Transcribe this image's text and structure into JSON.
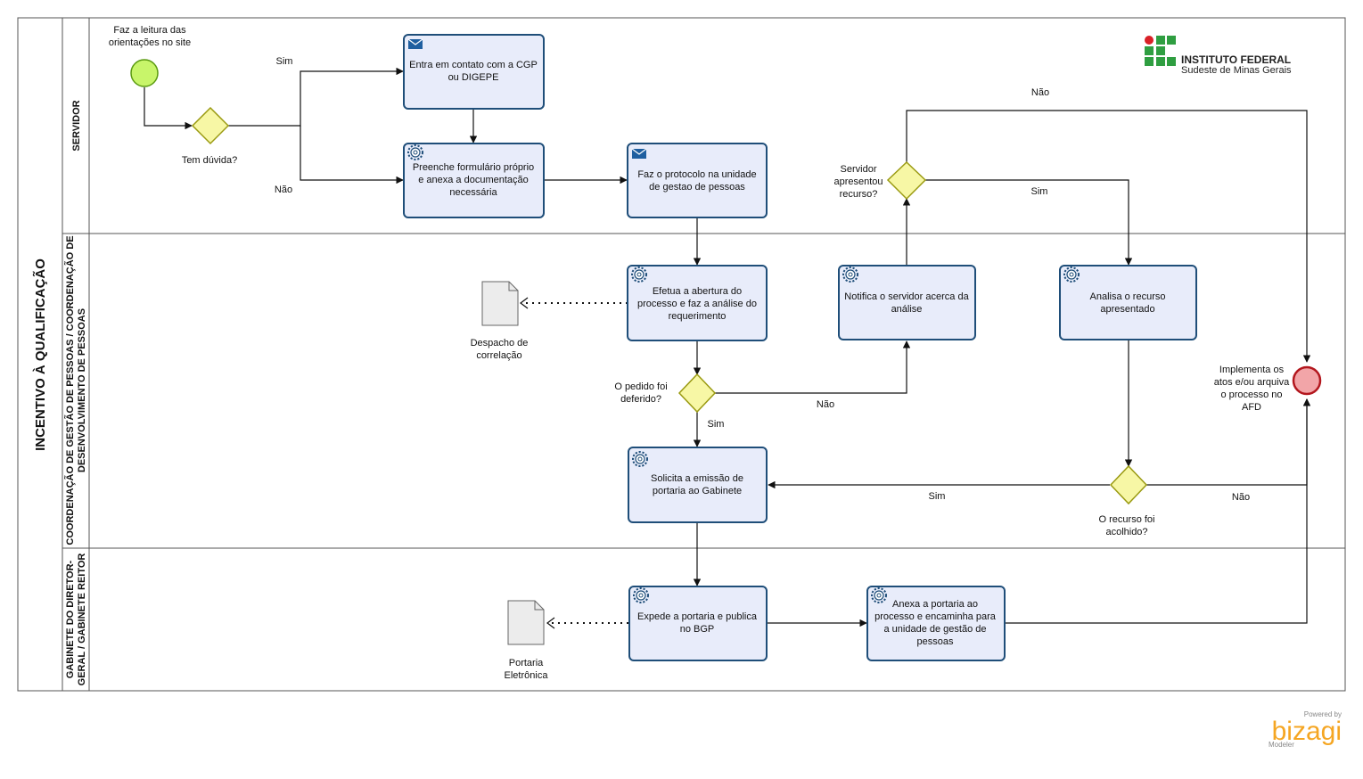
{
  "pool": {
    "title": "INCENTIVO À QUALIFICAÇÃO"
  },
  "lanes": [
    {
      "lines": [
        "SERVIDOR"
      ]
    },
    {
      "lines": [
        "COORDENAÇÃO DE GESTÃO DE PESSOAS / COORDENAÇÃO DE",
        "DESENVOLVIMENTO DE PESSOAS"
      ]
    },
    {
      "lines": [
        "GABINETE DO DIRETOR-",
        "GERAL / GABINETE REITOR"
      ]
    }
  ],
  "logo": {
    "name": "INSTITUTO FEDERAL",
    "subtitle": "Sudeste de Minas Gerais"
  },
  "start_event": {
    "lines": [
      "Faz a leitura das",
      "orientações no site"
    ]
  },
  "end_event": {
    "lines": [
      "Implementa os",
      "atos e/ou arquiva",
      "o processo no",
      "AFD"
    ]
  },
  "tasks": {
    "contato": {
      "icon": "envelope-icon",
      "lines": [
        "Entra em contato com a CGP",
        "ou DIGEPE"
      ]
    },
    "formulario": {
      "icon": "gear-icon",
      "lines": [
        "Preenche formulário próprio",
        "e anexa a documentação",
        "necessária"
      ]
    },
    "protocolo": {
      "icon": "envelope-icon",
      "lines": [
        "Faz o protocolo na unidade",
        "de gestao de pessoas"
      ]
    },
    "abertura": {
      "icon": "gear-icon",
      "lines": [
        "Efetua a abertura do",
        "processo e faz a análise do",
        "requerimento"
      ]
    },
    "notifica": {
      "icon": "gear-icon",
      "lines": [
        "Notifica o servidor acerca da",
        "análise"
      ]
    },
    "analisa": {
      "icon": "gear-icon",
      "lines": [
        "Analisa o recurso",
        "apresentado"
      ]
    },
    "solicita": {
      "icon": "gear-icon",
      "lines": [
        "Solicita a emissão de",
        "portaria ao Gabinete"
      ]
    },
    "expede": {
      "icon": "gear-icon",
      "lines": [
        "Expede a portaria e publica",
        "no BGP"
      ]
    },
    "anexa": {
      "icon": "gear-icon",
      "lines": [
        "Anexa a portaria ao",
        "processo e encaminha para",
        "a unidade de gestão de",
        "pessoas"
      ]
    }
  },
  "gateways": {
    "duvida": {
      "lines": [
        "Tem dúvida?"
      ]
    },
    "recurso": {
      "lines": [
        "Servidor",
        "apresentou",
        "recurso?"
      ]
    },
    "deferido": {
      "lines": [
        "O pedido foi",
        "deferido?"
      ]
    },
    "acolhido": {
      "lines": [
        "O recurso foi",
        "acolhido?"
      ]
    }
  },
  "documents": {
    "despacho": {
      "lines": [
        "Despacho de",
        "correlação"
      ]
    },
    "portaria": {
      "lines": [
        "Portaria",
        "Eletrônica"
      ]
    }
  },
  "flow_labels": {
    "duvida_sim": "Sim",
    "duvida_nao": "Não",
    "recurso_nao": "Não",
    "recurso_sim": "Sim",
    "deferido_nao": "Não",
    "deferido_sim": "Sim",
    "acolhido_sim": "Sim",
    "acolhido_nao": "Não"
  },
  "branding": {
    "powered": "Powered by",
    "product": "bizagi",
    "edition": "Modeler"
  },
  "colors": {
    "task_fill": "#e8ecfa",
    "task_border": "#1f4e79",
    "gateway_fill": "#f7f7a5",
    "start_fill": "#c8f56a",
    "end_fill": "#f2a5a8",
    "bizagi_orange": "#f5a623"
  }
}
